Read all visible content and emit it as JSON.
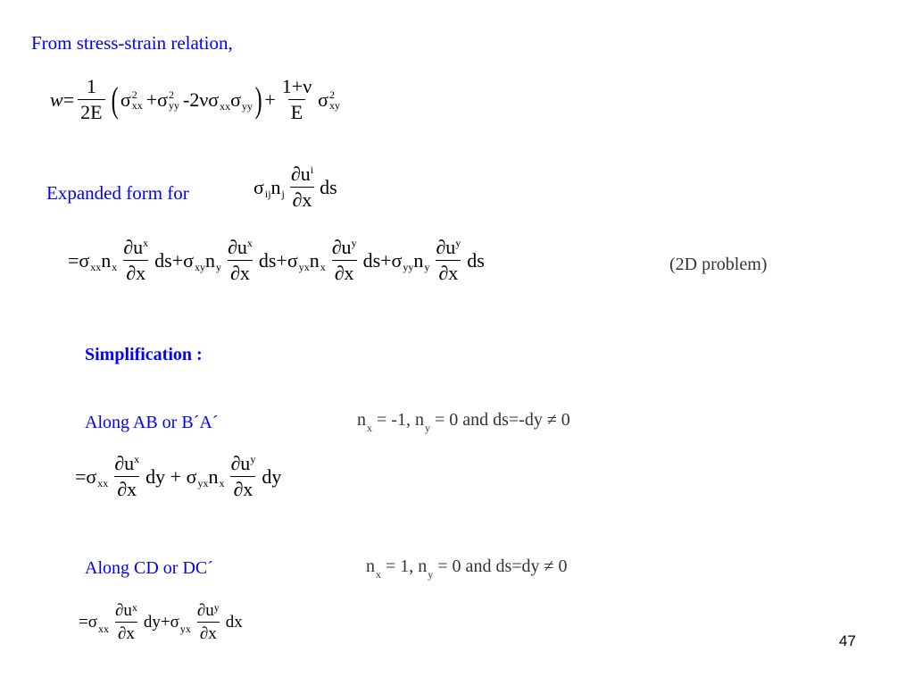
{
  "heading": "From stress-strain relation,",
  "eq1": {
    "w": "w",
    "eq": "=",
    "frac1_num": "1",
    "frac1_den": "2E",
    "sigma": "σ",
    "sub_xx": "xx",
    "sub_yy": "yy",
    "sub_xy": "xy",
    "sq": "2",
    "plus_sigma": "+σ",
    "minus_2nu": "-2νσ",
    "plus": "+",
    "frac2_num": "1+ν",
    "frac2_den": "E"
  },
  "expanded_label": "Expanded form for",
  "expanded_expr": {
    "sigma": "σ",
    "sub_ij": "ij",
    "n": "n",
    "sub_j": "j",
    "partial_u": "∂u",
    "sub_i": "i",
    "partial_x": "∂x",
    "ds": "ds"
  },
  "eq2": {
    "eq_sigma": "=σ",
    "ds_plus_sigma": "ds+σ",
    "ds": "ds",
    "n": "n",
    "partial_u": "∂u",
    "partial_x": "∂x",
    "sub_xx": "xx",
    "sub_xy": "xy",
    "sub_yx": "yx",
    "sub_yy": "yy",
    "sub_x": "x",
    "sub_y": "y"
  },
  "note_2d": "(2D problem)",
  "simplification": "Simplification :",
  "along_ab": "Along  AB or B´A´",
  "cond_ab": {
    "n": "n",
    "x": "x",
    "y": "y",
    "part1": " = -1, ",
    "part2": " = 0  and ds=-dy ≠ 0"
  },
  "eq3": {
    "eq_sigma": "=σ",
    "sub_xx": "xx",
    "dy_plus_sigma": "dy + σ",
    "sub_yx": "yx",
    "n": "n",
    "sub_x": "x",
    "sub_y": "y",
    "partial_u": "∂u",
    "partial_x": "∂x",
    "dy": "dy"
  },
  "along_cd": "Along  CD or DC´",
  "cond_cd": {
    "n": "n",
    "x": "x",
    "y": "y",
    "part1": " = 1, ",
    "part2": " = 0  and ds=dy ≠ 0"
  },
  "eq4": {
    "eq_sigma": "=σ",
    "sub_xx": "xx",
    "dy_plus_sigma": "dy+σ",
    "sub_yx": "yx",
    "partial_u": "∂u",
    "partial_x": "∂x",
    "sub_x": "x",
    "sub_y": "y",
    "dx": "dx"
  },
  "page_number": "47",
  "colors": {
    "heading": "#0000ff",
    "body": "#000000",
    "note": "#333333"
  }
}
